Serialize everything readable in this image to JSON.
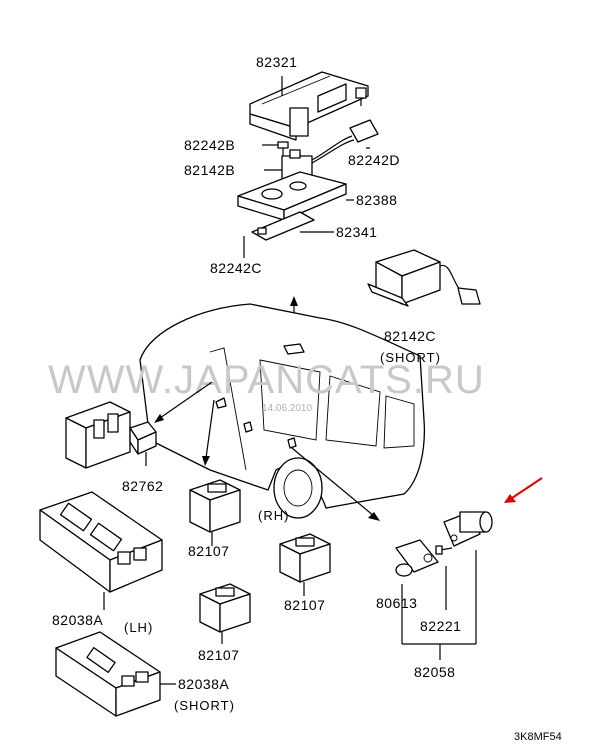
{
  "watermark": {
    "site": "WWW.JAPANCATS.RU",
    "date": "14.06.2010"
  },
  "diagram_code": "3K8MF54",
  "labels": {
    "p82321": "82321",
    "p82242B": "82242B",
    "p82142B": "82142B",
    "p82242D": "82242D",
    "p82388": "82388",
    "p82341": "82341",
    "p82242C": "82242C",
    "p82142C": "82142C",
    "short_82142C": "(SHORT)",
    "p82762": "82762",
    "p82107_a": "82107",
    "rh": "(RH)",
    "p82107_b": "82107",
    "p82107_c": "82107",
    "p82038A_lh": "82038A",
    "lh": "(LH)",
    "p82038A_short": "82038A",
    "short_82038A": "(SHORT)",
    "p80613": "80613",
    "p82221": "82221",
    "p82058": "82058"
  },
  "colors": {
    "line": "#000000",
    "watermark": "#c8c8c8",
    "arrow": "#e00000"
  }
}
